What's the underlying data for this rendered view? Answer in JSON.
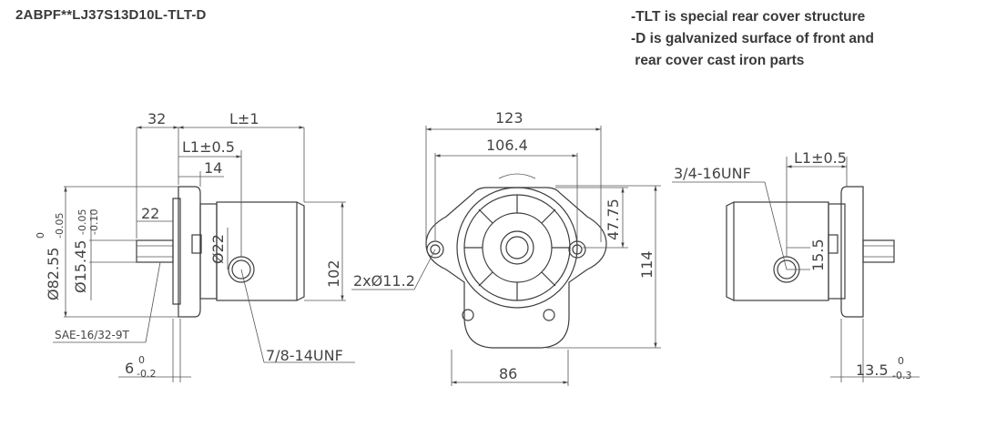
{
  "model_code": "2ABPF**LJ37S13D10L-TLT-D",
  "notes": [
    "-TLT is special rear cover structure",
    "-D is galvanized surface of front and",
    " rear cover cast iron parts"
  ],
  "side_view": {
    "dim_32": "32",
    "dim_L": "L±1",
    "dim_L1": "L1±0.5",
    "dim_14": "14",
    "dim_22": "22",
    "dim_dia82": "Ø82.55",
    "dim_dia82_tol_upper": "0",
    "dim_dia82_tol_lower": "-0.05",
    "dim_dia15": "Ø15.45",
    "dim_dia15_tol_upper": "-0.05",
    "dim_dia15_tol_lower": "-0.10",
    "dim_dia22": "Ø22",
    "dim_102": "102",
    "port_thread": "7/8-14UNF",
    "spline": "SAE-16/32-9T",
    "dim_6": "6",
    "dim_6_tol_upper": "0",
    "dim_6_tol_lower": "-0.2"
  },
  "front_view": {
    "dim_123": "123",
    "dim_106": "106.4",
    "dim_47": "47.75",
    "dim_114": "114",
    "holes": "2xØ11.2",
    "dim_86": "86"
  },
  "rear_view": {
    "port_thread": "3/4-16UNF",
    "dim_L1": "L1±0.5",
    "dim_15_5": "15.5",
    "dim_13_5": "13.5",
    "dim_13_5_tol_upper": "0",
    "dim_13_5_tol_lower": "-0.3"
  }
}
